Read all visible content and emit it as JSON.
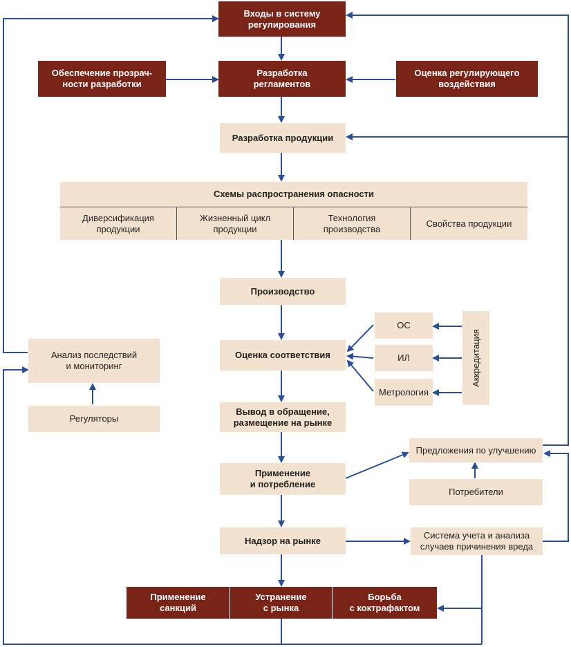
{
  "nodes": {
    "inputs": "Входы в систему\nрегулирования",
    "transparency": "Обеспечение прозрач-\nности разработки",
    "regulations": "Разработка\nрегламентов",
    "impact_assessment": "Оценка регулирующего\nвоздействия",
    "product_development": "Разработка продукции",
    "hazard_schemes": {
      "title": "Схемы распространения опасности",
      "columns": [
        "Диверсификация\nпродукции",
        "Жизненный цикл\nпродукции",
        "Технология\nпроизводства",
        "Свойства продукции"
      ]
    },
    "production": "Производство",
    "conformity": "Оценка соответствия",
    "os": "ОС",
    "il": "ИЛ",
    "metrology": "Метрология",
    "accreditation": "Аккредитация",
    "analysis": "Анализ последствий\nи мониторинг",
    "regulators": "Регуляторы",
    "market_release": "Вывод в обращение,\nразмещение на рынке",
    "proposals": "Предложения по улучшению",
    "use": "Применение\nи потребление",
    "consumers": "Потребители",
    "surveillance": "Надзор на рынке",
    "harm_system": "Система учета и анализа\nслучаев причинения вреда",
    "sanctions": "Применение\nсанкций",
    "removal": "Устранение\nс рынка",
    "counterfeit": "Борьба\nс коктрафактом"
  },
  "colors": {
    "dark": "#7a2418",
    "light": "#f2e2cf",
    "arrow": "#2a4e9a"
  }
}
